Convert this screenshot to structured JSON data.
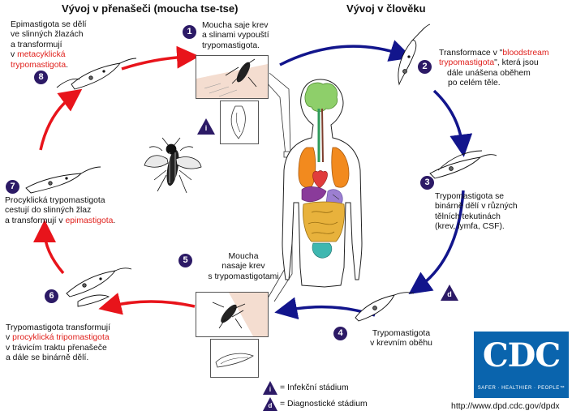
{
  "headers": {
    "vector": "Vývoj v přenašeči (moucha tse-tse)",
    "human": "Vývoj v člověku"
  },
  "steps": [
    {
      "num": "1",
      "lines": [
        "Moucha saje krev",
        "a slinami vypouští",
        "trypomastigota."
      ]
    },
    {
      "num": "2",
      "pre": "Transformace v \"",
      "red": [
        "bloodstream",
        "trypomastigota"
      ],
      "post": "\", která jsou",
      "lines": [
        "dále unášena oběhem",
        "po celém těle."
      ]
    },
    {
      "num": "3",
      "lines": [
        "Trypomastigota se",
        "binárně dělí v různých",
        "tělních tekutinách",
        "(krev, lymfa, CSF)."
      ]
    },
    {
      "num": "4",
      "lines": [
        "Trypomastigota",
        "v krevním oběhu"
      ]
    },
    {
      "num": "5",
      "lines": [
        "Moucha",
        "nasaje krev",
        "s trypomastigotami"
      ]
    },
    {
      "num": "6",
      "lines": [
        "Trypomastigota transformují",
        "v ",
        "procyklická tripomastigota",
        "v trávicím traktu přenašeče",
        "a dále se binárně dělí."
      ]
    },
    {
      "num": "7",
      "lines": [
        "Procyklická trypomastigota",
        "cestují do slinných žlaz",
        "a transformují v ",
        "epimastigota",
        "."
      ]
    },
    {
      "num": "8",
      "lines": [
        "Epimastigota se dělí",
        "ve slinných žlazách",
        "a transformují",
        "v ",
        "metacyklická",
        "trypomastigota",
        "."
      ]
    }
  ],
  "markers": {
    "infective": "i",
    "diagnostic": "d"
  },
  "legend": [
    {
      "symbol": "i",
      "label": "= Infekční stádium"
    },
    {
      "symbol": "d",
      "label": "= Diagnostické stádium"
    }
  ],
  "logo": {
    "letters": "CDC",
    "tagline": "SAFER · HEALTHIER · PEOPLE™"
  },
  "url": "http://www.dpd.cdc.gov/dpdx",
  "colors": {
    "badge": "#2c1a66",
    "red_arrow": "#e8141b",
    "blue_arrow": "#12158c",
    "red_text": "#e0201c",
    "cdc_blue": "#0a64ad"
  }
}
